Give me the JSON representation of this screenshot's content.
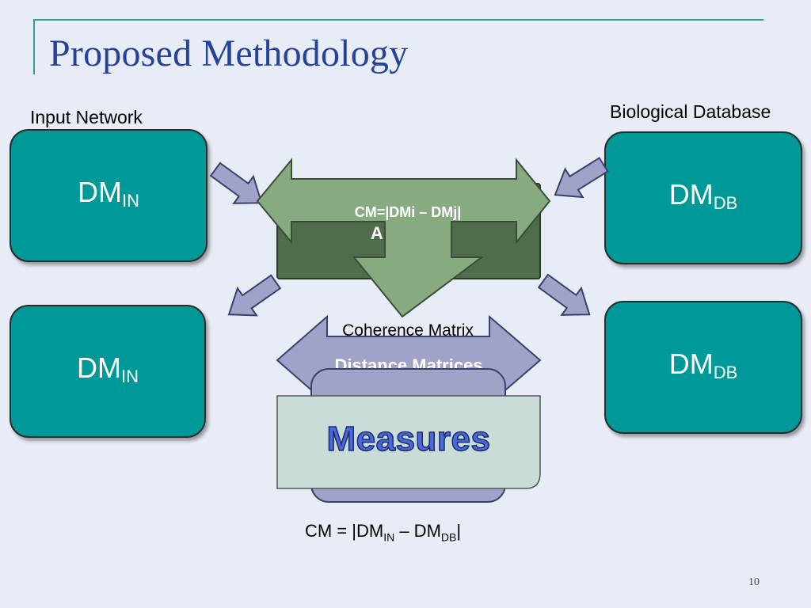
{
  "slide": {
    "title": "Proposed Methodology",
    "page_number": "10"
  },
  "labels": {
    "input_network": "Input Network",
    "biological_database": "Biological Database"
  },
  "dm_boxes": {
    "top_left": {
      "main": "DM",
      "sub": "IN"
    },
    "bottom_left": {
      "main": "DM",
      "sub": "IN"
    },
    "top_right": {
      "main": "DM",
      "sub": "DB"
    },
    "bottom_right": {
      "main": "DM",
      "sub": "DB"
    }
  },
  "center": {
    "coherence_arrow_text": "CM=|DMi – DMj|",
    "hidden_box_text": "A... ...:...",
    "coherence_matrix": "Coherence Matrix",
    "distance_matrices": "Distance Matrices",
    "measures": "Measures"
  },
  "formula": {
    "prefix": "CM = |DM",
    "sub1": "IN",
    "mid": " – DM",
    "sub2": "DB",
    "suffix": "|"
  },
  "colors": {
    "title": "#25439b",
    "teal": "#009999",
    "dark_green": "#4f6d4b",
    "light_green": "#88aa80",
    "lavender": "#a0a2c8",
    "measures_box": "#cadcd8"
  }
}
